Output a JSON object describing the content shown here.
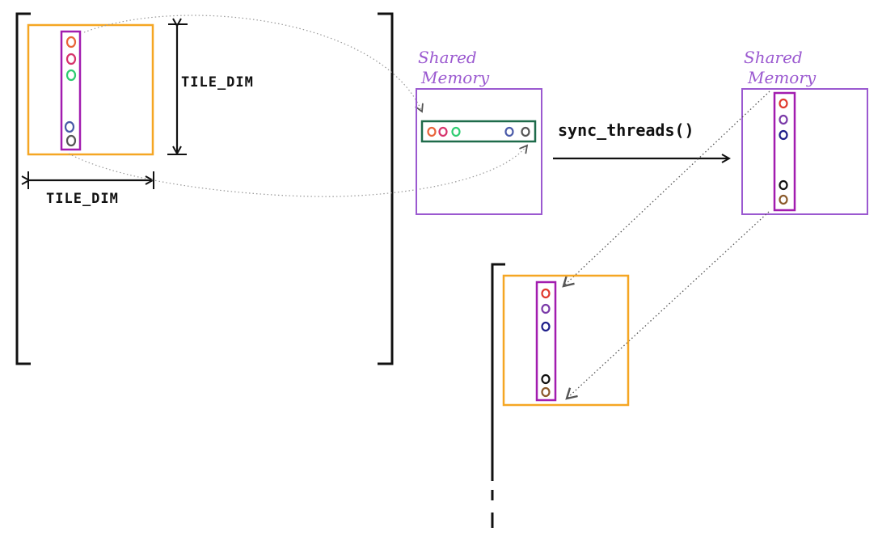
{
  "labels": {
    "tile_dim_vertical": "TILE_DIM",
    "tile_dim_horizontal": "TILE_DIM",
    "shared_memory_left_line1": "Shared",
    "shared_memory_left_line2": "Memory",
    "shared_memory_right_line1": "Shared",
    "shared_memory_right_line2": "Memory",
    "sync": "sync_threads()"
  },
  "colors": {
    "tile": "#f5a623",
    "shared_memory_box": "#9b59d0",
    "column_strip": "#a21caf",
    "row_strip": "#1e6b4a",
    "bracket": "#111111",
    "label_purple": "#9b59d0",
    "connector": "#888888"
  },
  "elements": {
    "input_column_dots": [
      "#e8643a",
      "#d6336c",
      "#2ecc71",
      "#4a5aa8",
      "#555555"
    ],
    "shared_row_dots": [
      "#e8643a",
      "#d6336c",
      "#2ecc71",
      "#4a5aa8",
      "#555555"
    ],
    "shared_column_dots": [
      "#e03a2e",
      "#7a3aa8",
      "#1f1f8a",
      "#111111",
      "#8b5a2b"
    ],
    "output_column_dots": [
      "#e03a2e",
      "#7a3aa8",
      "#1f1f8a",
      "#111111",
      "#8b5a2b"
    ]
  }
}
